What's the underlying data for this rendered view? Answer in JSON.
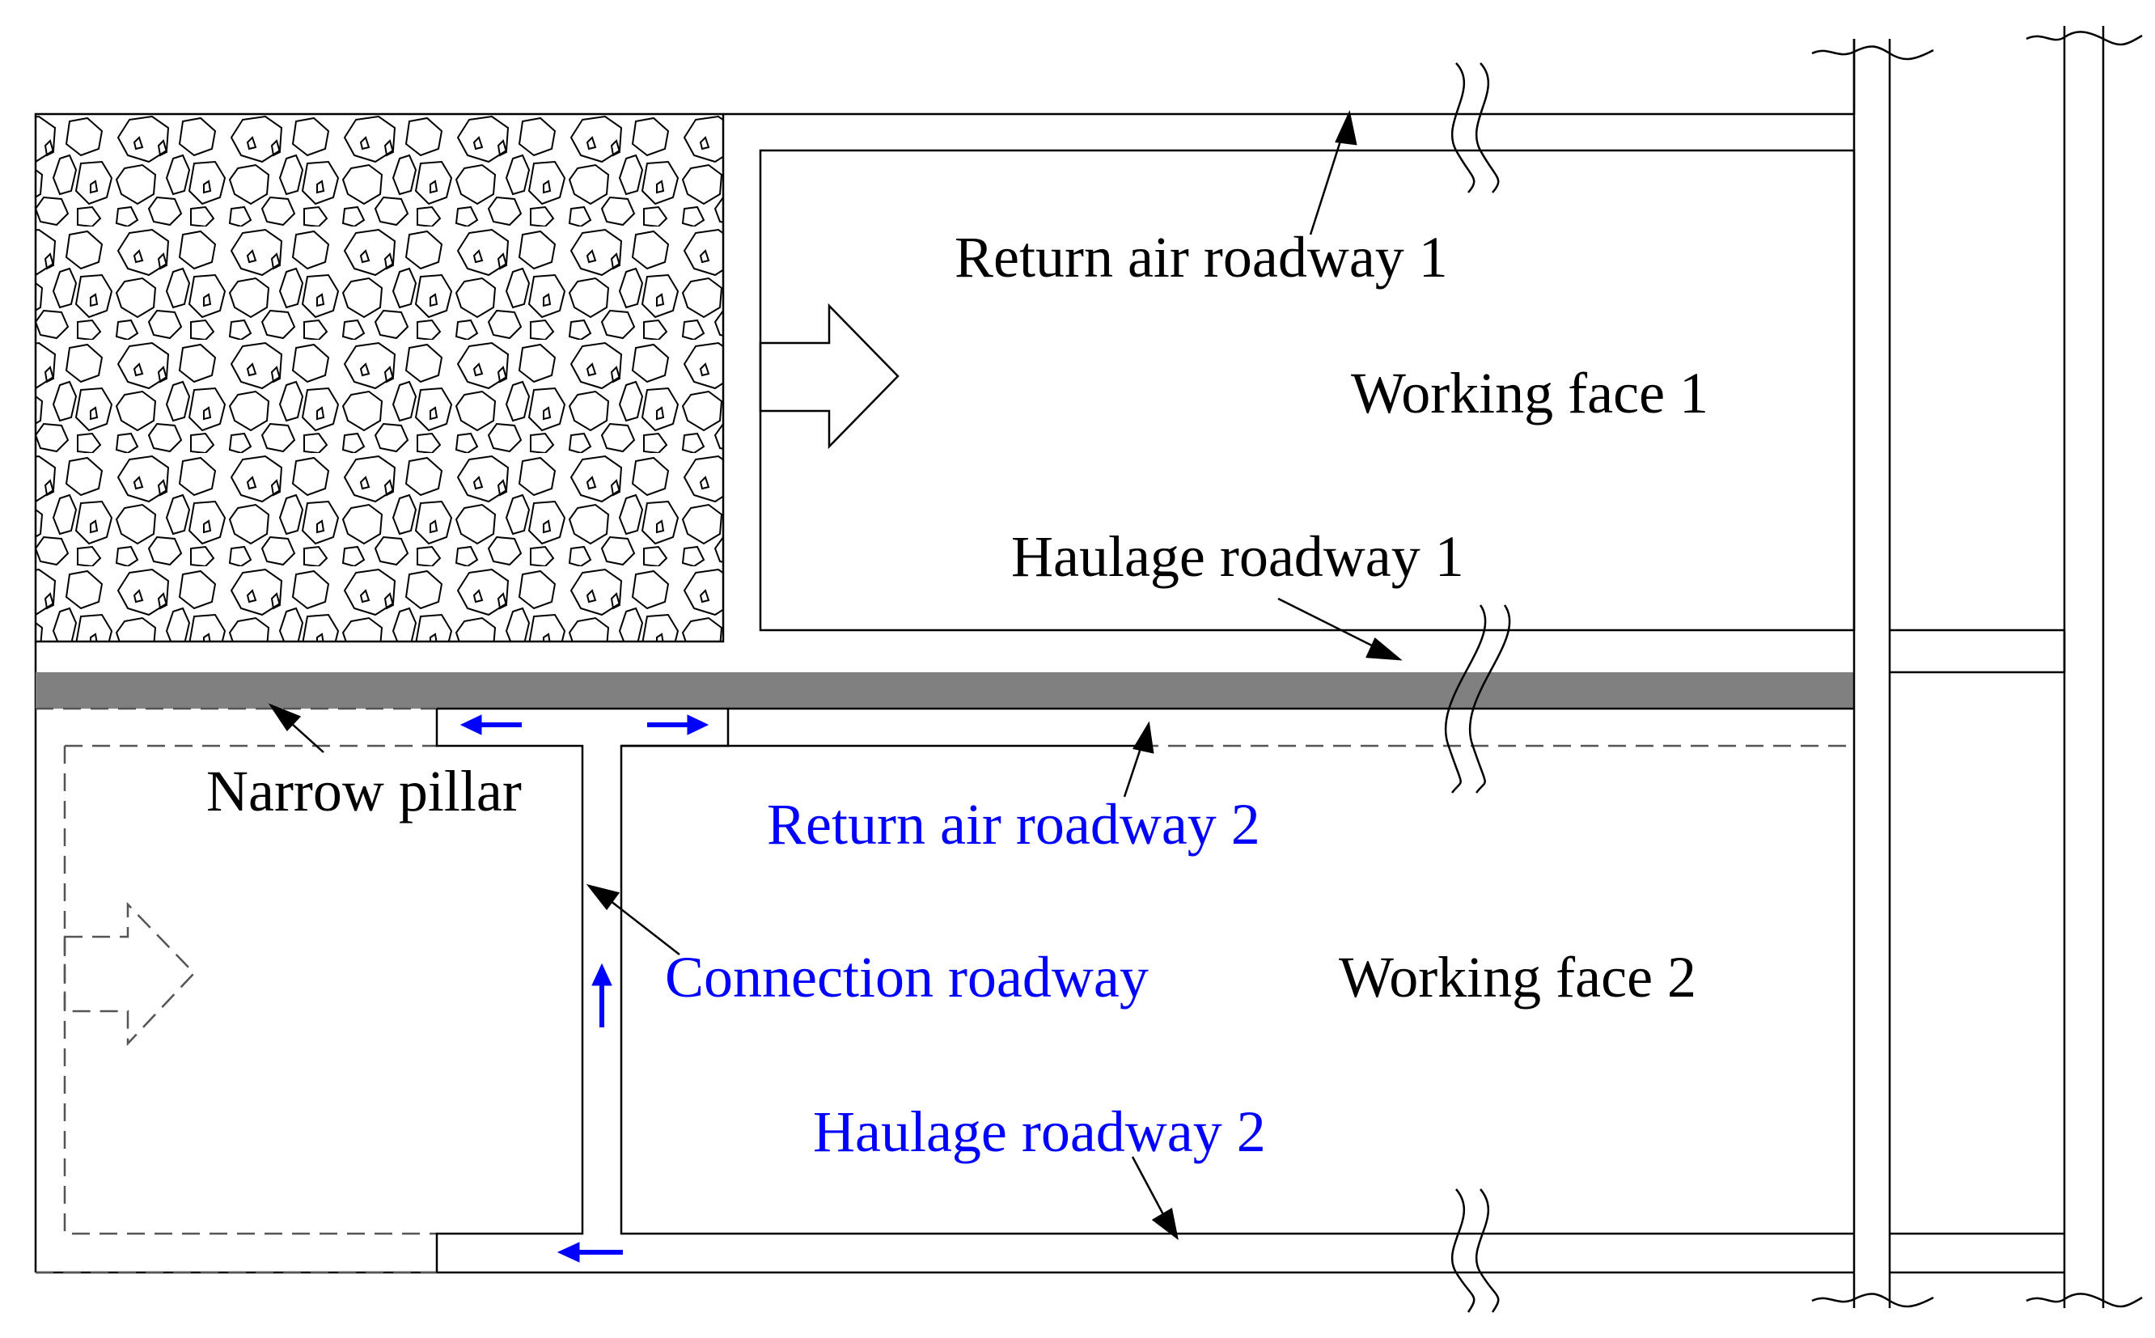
{
  "labels": {
    "return_air_roadway_1": "Return air roadway 1",
    "working_face_1": "Working face 1",
    "haulage_roadway_1": "Haulage roadway 1",
    "narrow_pillar": "Narrow pillar",
    "return_air_roadway_2": "Return air roadway 2",
    "connection_roadway": "Connection roadway",
    "working_face_2": "Working face 2",
    "haulage_roadway_2": "Haulage roadway 2"
  },
  "colors": {
    "line": "#000000",
    "pillar": "#808080",
    "highlight": "#0000ff",
    "dashed": "#555555"
  },
  "icons": {
    "goaf": "caved-rock-pattern",
    "advance": "hollow-arrow-right",
    "airflow": "blue-arrow"
  }
}
